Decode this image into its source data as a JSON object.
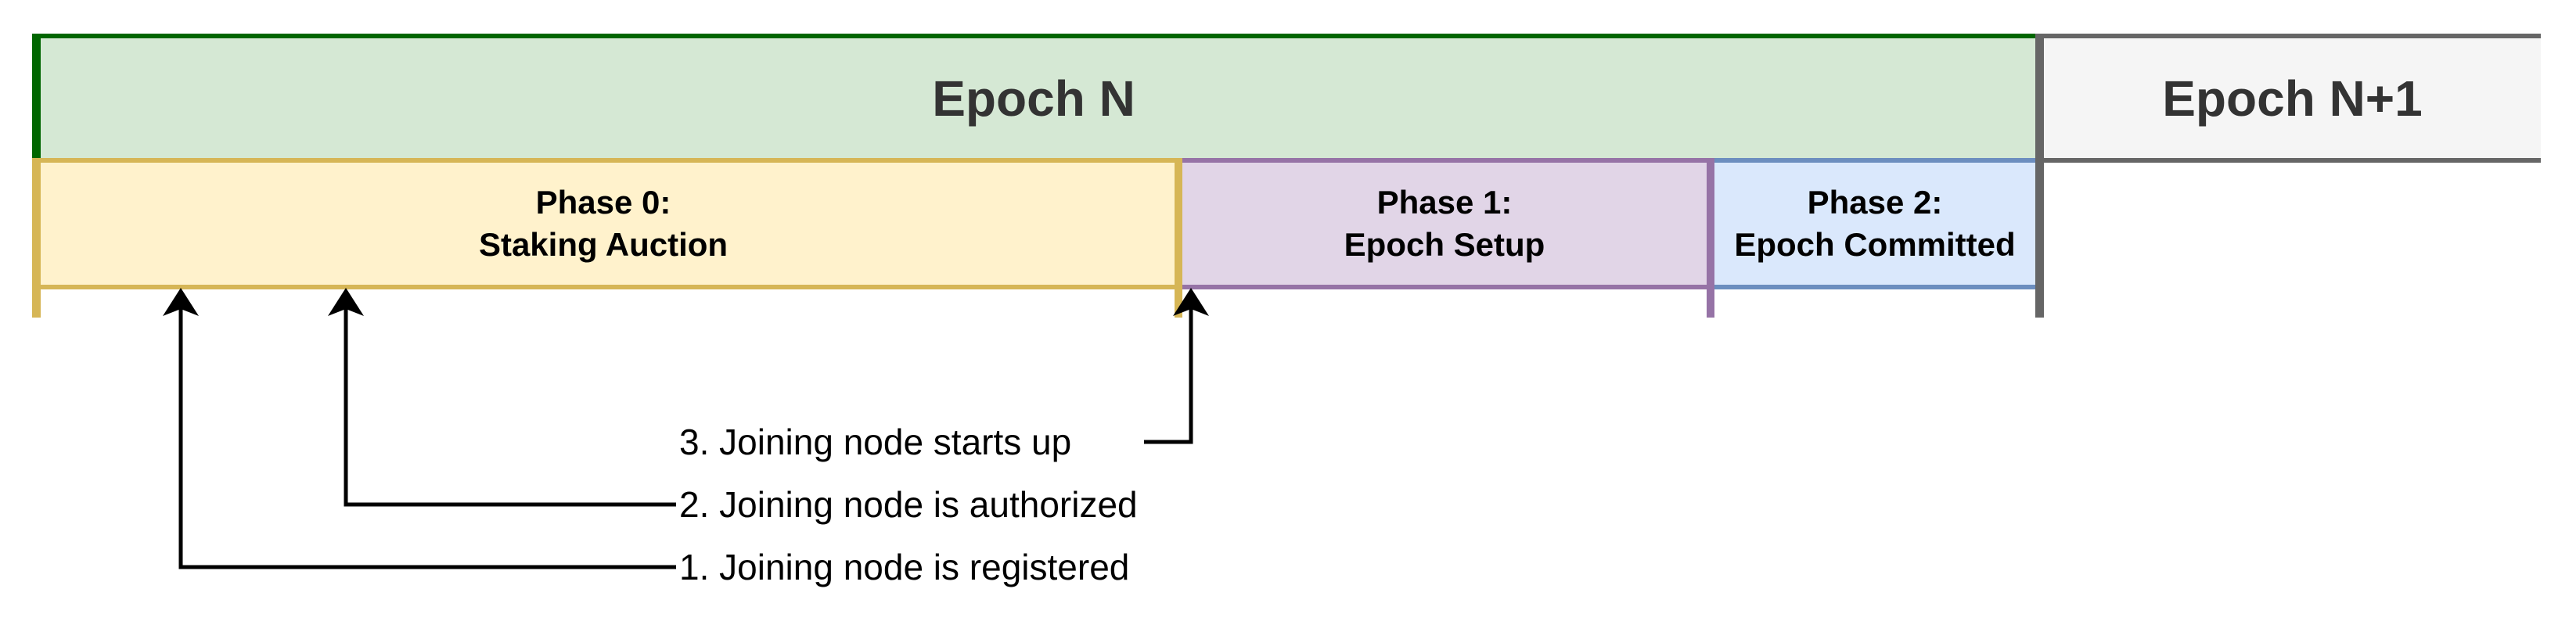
{
  "diagram": {
    "epoch_n": {
      "label": "Epoch N",
      "fill": "#d5e8d4",
      "accent_color": "#006600",
      "text_color": "#333333"
    },
    "epoch_n1": {
      "label": "Epoch N+1",
      "fill": "#f5f5f5",
      "border_color": "#666666",
      "text_color": "#333333"
    },
    "epoch_boundary_color": "#666666",
    "phases": [
      {
        "title": "Phase 0:",
        "subtitle": "Staking Auction",
        "fill": "#fff2cc",
        "border_color": "#d6b656"
      },
      {
        "title": "Phase 1:",
        "subtitle": "Epoch Setup",
        "fill": "#e1d5e7",
        "border_color": "#9673a6"
      },
      {
        "title": "Phase 2:",
        "subtitle": "Epoch Committed",
        "fill": "#dae8fc",
        "border_color": "#6c8ebf"
      }
    ],
    "annotations": [
      {
        "label": "1. Joining node is registered"
      },
      {
        "label": "2. Joining node is authorized"
      },
      {
        "label": "3. Joining node starts up"
      }
    ],
    "arrow_color": "#000000"
  }
}
